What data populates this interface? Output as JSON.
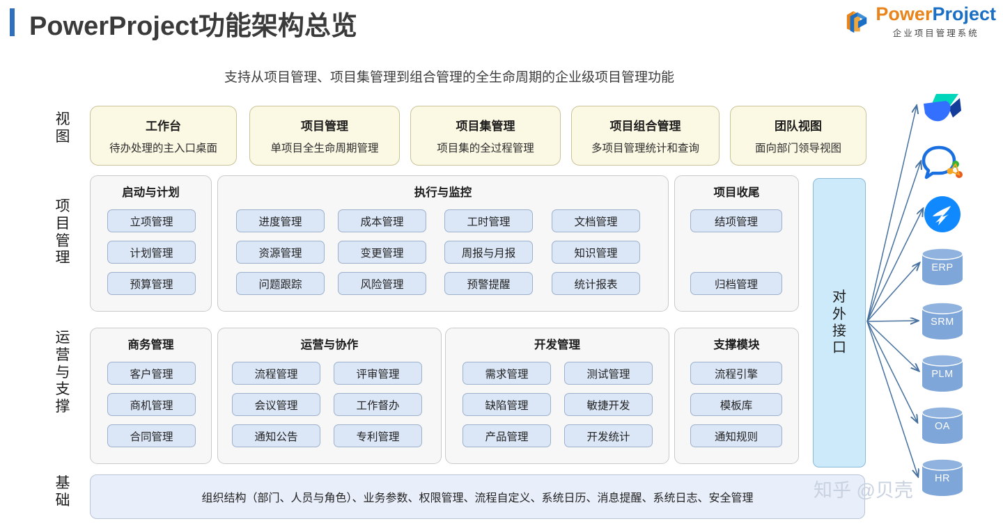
{
  "header": {
    "title": "PowerProject功能架构总览",
    "accent_color": "#2f6fbb",
    "logo": {
      "word_first": "Power",
      "word_second": "Project",
      "subtitle": "企业项目管理系统",
      "color_first": "#e8841a",
      "color_second": "#1a6fc4"
    }
  },
  "subtitle": "支持从项目管理、项目集管理到组合管理的全生命周期的企业级项目管理功能",
  "rows": {
    "view_label": "视图",
    "project_label": "项目管理",
    "ops_label": "运营与支撑",
    "foundation_label": "基础"
  },
  "view_cards": [
    {
      "title": "工作台",
      "desc": "待办处理的主入口桌面"
    },
    {
      "title": "项目管理",
      "desc": "单项目全生命周期管理"
    },
    {
      "title": "项目集管理",
      "desc": "项目集的全过程管理"
    },
    {
      "title": "项目组合管理",
      "desc": "多项目管理统计和查询"
    },
    {
      "title": "团队视图",
      "desc": "面向部门领导视图"
    }
  ],
  "project_groups": [
    {
      "title": "启动与计划",
      "columns": [
        [
          "立项管理",
          "计划管理",
          "预算管理"
        ]
      ]
    },
    {
      "title": "执行与监控",
      "columns": [
        [
          "进度管理",
          "资源管理",
          "问题跟踪"
        ],
        [
          "成本管理",
          "变更管理",
          "风险管理"
        ],
        [
          "工时管理",
          "周报与月报",
          "预警提醒"
        ],
        [
          "文档管理",
          "知识管理",
          "统计报表"
        ]
      ]
    },
    {
      "title": "项目收尾",
      "columns": [
        [
          "结项管理",
          "",
          "归档管理"
        ]
      ]
    }
  ],
  "ops_groups": [
    {
      "title": "商务管理",
      "columns": [
        [
          "客户管理",
          "商机管理",
          "合同管理"
        ]
      ]
    },
    {
      "title": "运营与协作",
      "columns": [
        [
          "流程管理",
          "会议管理",
          "通知公告"
        ],
        [
          "评审管理",
          "工作督办",
          "专利管理"
        ]
      ]
    },
    {
      "title": "开发管理",
      "columns": [
        [
          "需求管理",
          "缺陷管理",
          "产品管理"
        ],
        [
          "测试管理",
          "敏捷开发",
          "开发统计"
        ]
      ]
    },
    {
      "title": "支撑模块",
      "columns": [
        [
          "流程引擎",
          "模板库",
          "通知规则"
        ]
      ]
    }
  ],
  "external_interface": {
    "label": "对外接口",
    "color": "#cdeafa"
  },
  "foundation_text": "组织结构（部门、人员与角色）、业务参数、权限管理、流程自定义、系统日历、消息提醒、系统日志、安全管理",
  "integrations": {
    "apps": [
      {
        "name": "feishu-logo"
      },
      {
        "name": "wecom-logo"
      },
      {
        "name": "dingtalk-logo"
      }
    ],
    "systems": [
      {
        "label": "ERP"
      },
      {
        "label": "SRM"
      },
      {
        "label": "PLM"
      },
      {
        "label": "OA"
      },
      {
        "label": "HR"
      }
    ],
    "cylinder_color": "#7fa6d8"
  },
  "watermark": "知乎 @贝壳"
}
